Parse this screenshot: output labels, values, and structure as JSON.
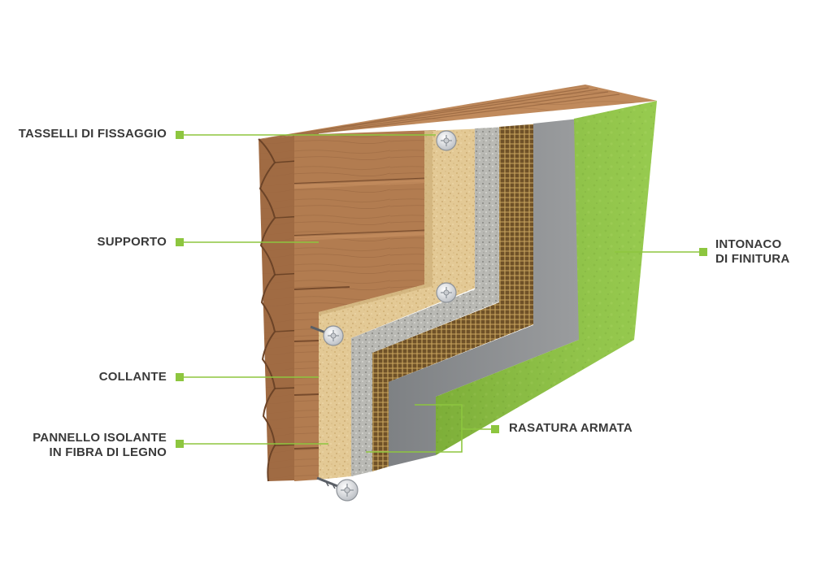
{
  "labels": {
    "tasselli": [
      "TASSELLI DI FISSAGGIO"
    ],
    "supporto": [
      "SUPPORTO"
    ],
    "collante": [
      "COLLANTE"
    ],
    "pannello": [
      "PANNELLO ISOLANTE",
      "IN FIBRA DI LEGNO"
    ],
    "rasatura": [
      "RASATURA ARMATA"
    ],
    "intonaco": [
      "INTONACO",
      "DI FINITURA"
    ]
  },
  "colors": {
    "accent": "#8dc63f",
    "text": "#3a3a3a",
    "wood": "#b07a4e",
    "wood_dark": "#7d5234",
    "fiber": "#e2c896",
    "adhesive": "#b8b8b2",
    "mesh": "#7a5a2e",
    "skim": "#8a8c8e",
    "finish": "#8dc63f"
  }
}
